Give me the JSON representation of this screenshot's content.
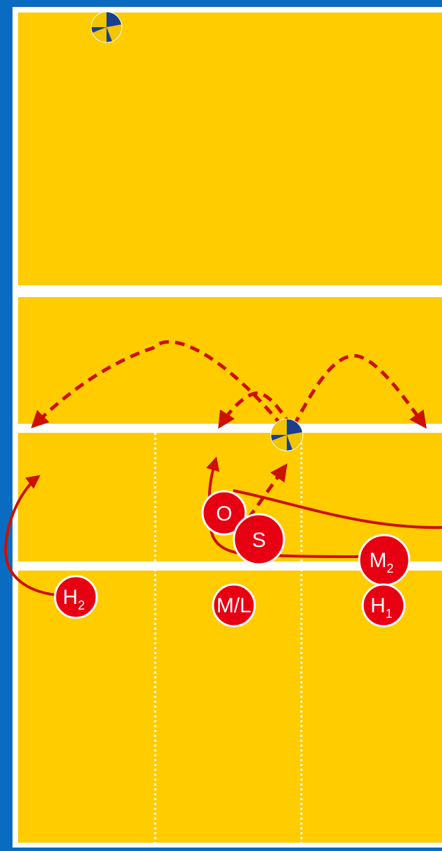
{
  "colors": {
    "border": "#0a6cc0",
    "court": "#ffcc00",
    "lines": "#ffffff",
    "player_fill": "#e60012",
    "player_stroke": "#ffffff",
    "path": "#cc1100",
    "ball_blue": "#1b3f8f",
    "ball_yellow": "#f2c500"
  },
  "players": [
    {
      "id": "o",
      "main": "O",
      "sub": ""
    },
    {
      "id": "s",
      "main": "S",
      "sub": ""
    },
    {
      "id": "m2",
      "main": "M",
      "sub": "2"
    },
    {
      "id": "h2",
      "main": "H",
      "sub": "2"
    },
    {
      "id": "ml",
      "main": "M/L",
      "sub": ""
    },
    {
      "id": "h1",
      "main": "H",
      "sub": "1"
    }
  ],
  "balls": [
    {
      "id": "ball-top",
      "icon": "volleyball-icon"
    },
    {
      "id": "ball-set",
      "icon": "volleyball-icon"
    }
  ]
}
